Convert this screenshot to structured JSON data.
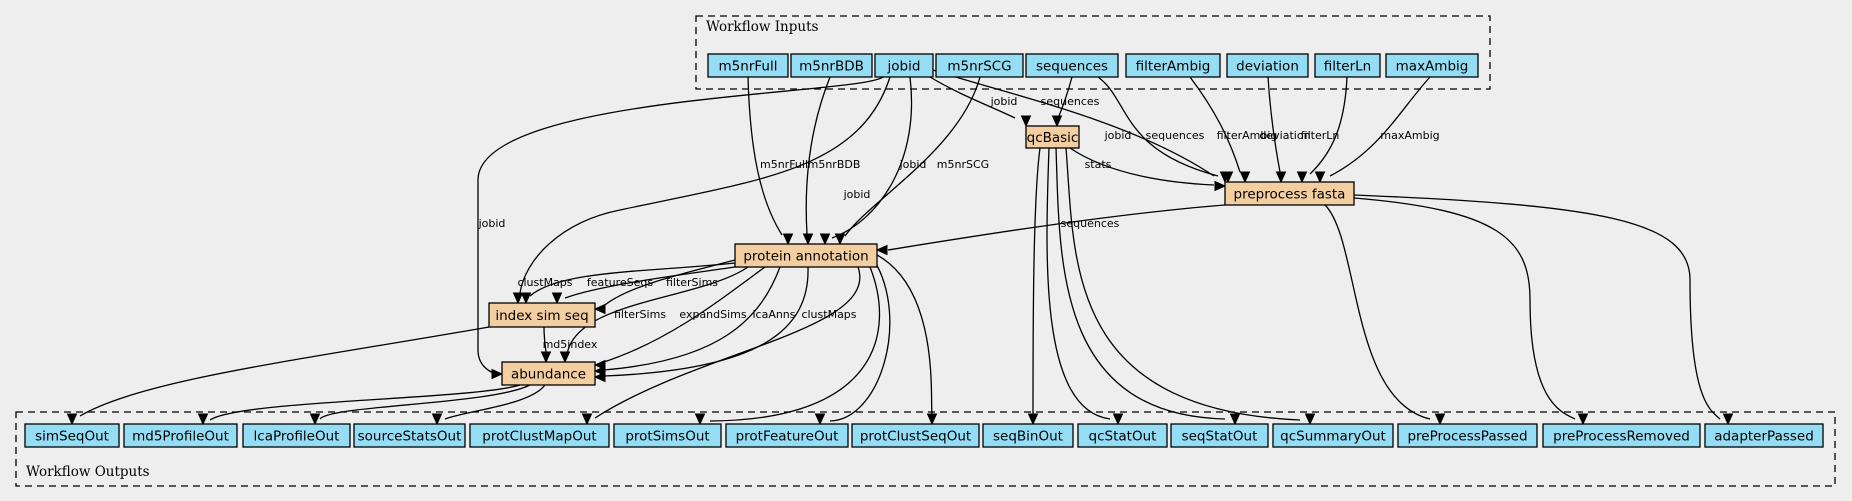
{
  "clusters": {
    "inputs_title": "Workflow Inputs",
    "outputs_title": "Workflow Outputs"
  },
  "inputs": [
    "m5nrFull",
    "m5nrBDB",
    "jobid",
    "m5nrSCG",
    "sequences",
    "filterAmbig",
    "deviation",
    "filterLn",
    "maxAmbig"
  ],
  "steps": [
    "qcBasic",
    "preprocess fasta",
    "protein annotation",
    "index sim seq",
    "abundance"
  ],
  "outputs": [
    "simSeqOut",
    "md5ProfileOut",
    "lcaProfileOut",
    "sourceStatsOut",
    "protClustMapOut",
    "protSimsOut",
    "protFeatureOut",
    "protClustSeqOut",
    "seqBinOut",
    "qcStatOut",
    "seqStatOut",
    "qcSummaryOut",
    "preProcessPassed",
    "preProcessRemoved",
    "adapterPassed"
  ],
  "edge_labels": {
    "jobid_qc": "jobid",
    "seq_qc": "sequences",
    "jobid_pre": "jobid",
    "seq_pre": "sequences",
    "filterAmbig_pre": "filterAmbig",
    "deviation_pre": "deviation",
    "filterLn_pre": "filterLn",
    "maxAmbig_pre": "maxAmbig",
    "stats_pre": "stats",
    "m5nrFull_prot": "m5nrFull",
    "m5nrBDB_prot": "m5nrBDB",
    "jobid_prot": "jobid",
    "m5nrSCG_prot": "m5nrSCG",
    "pre_prot": "sequences",
    "jobid_index": "jobid",
    "jobid_abund": "jobid",
    "clustMaps_index": "clustMaps",
    "featureSeqs_index": "featureSeqs",
    "filterSims_index": "filterSims",
    "filterSims_abund": "filterSims",
    "expandSims_abund": "expandSims",
    "lcaAnns_abund": "lcaAnns",
    "clustMaps_abund": "clustMaps",
    "md5index_abund": "md5index"
  },
  "colors": {
    "background": "#eeeeee",
    "io_fill": "#94ddf4",
    "step_fill": "#f3cea1",
    "stroke": "#000000"
  }
}
